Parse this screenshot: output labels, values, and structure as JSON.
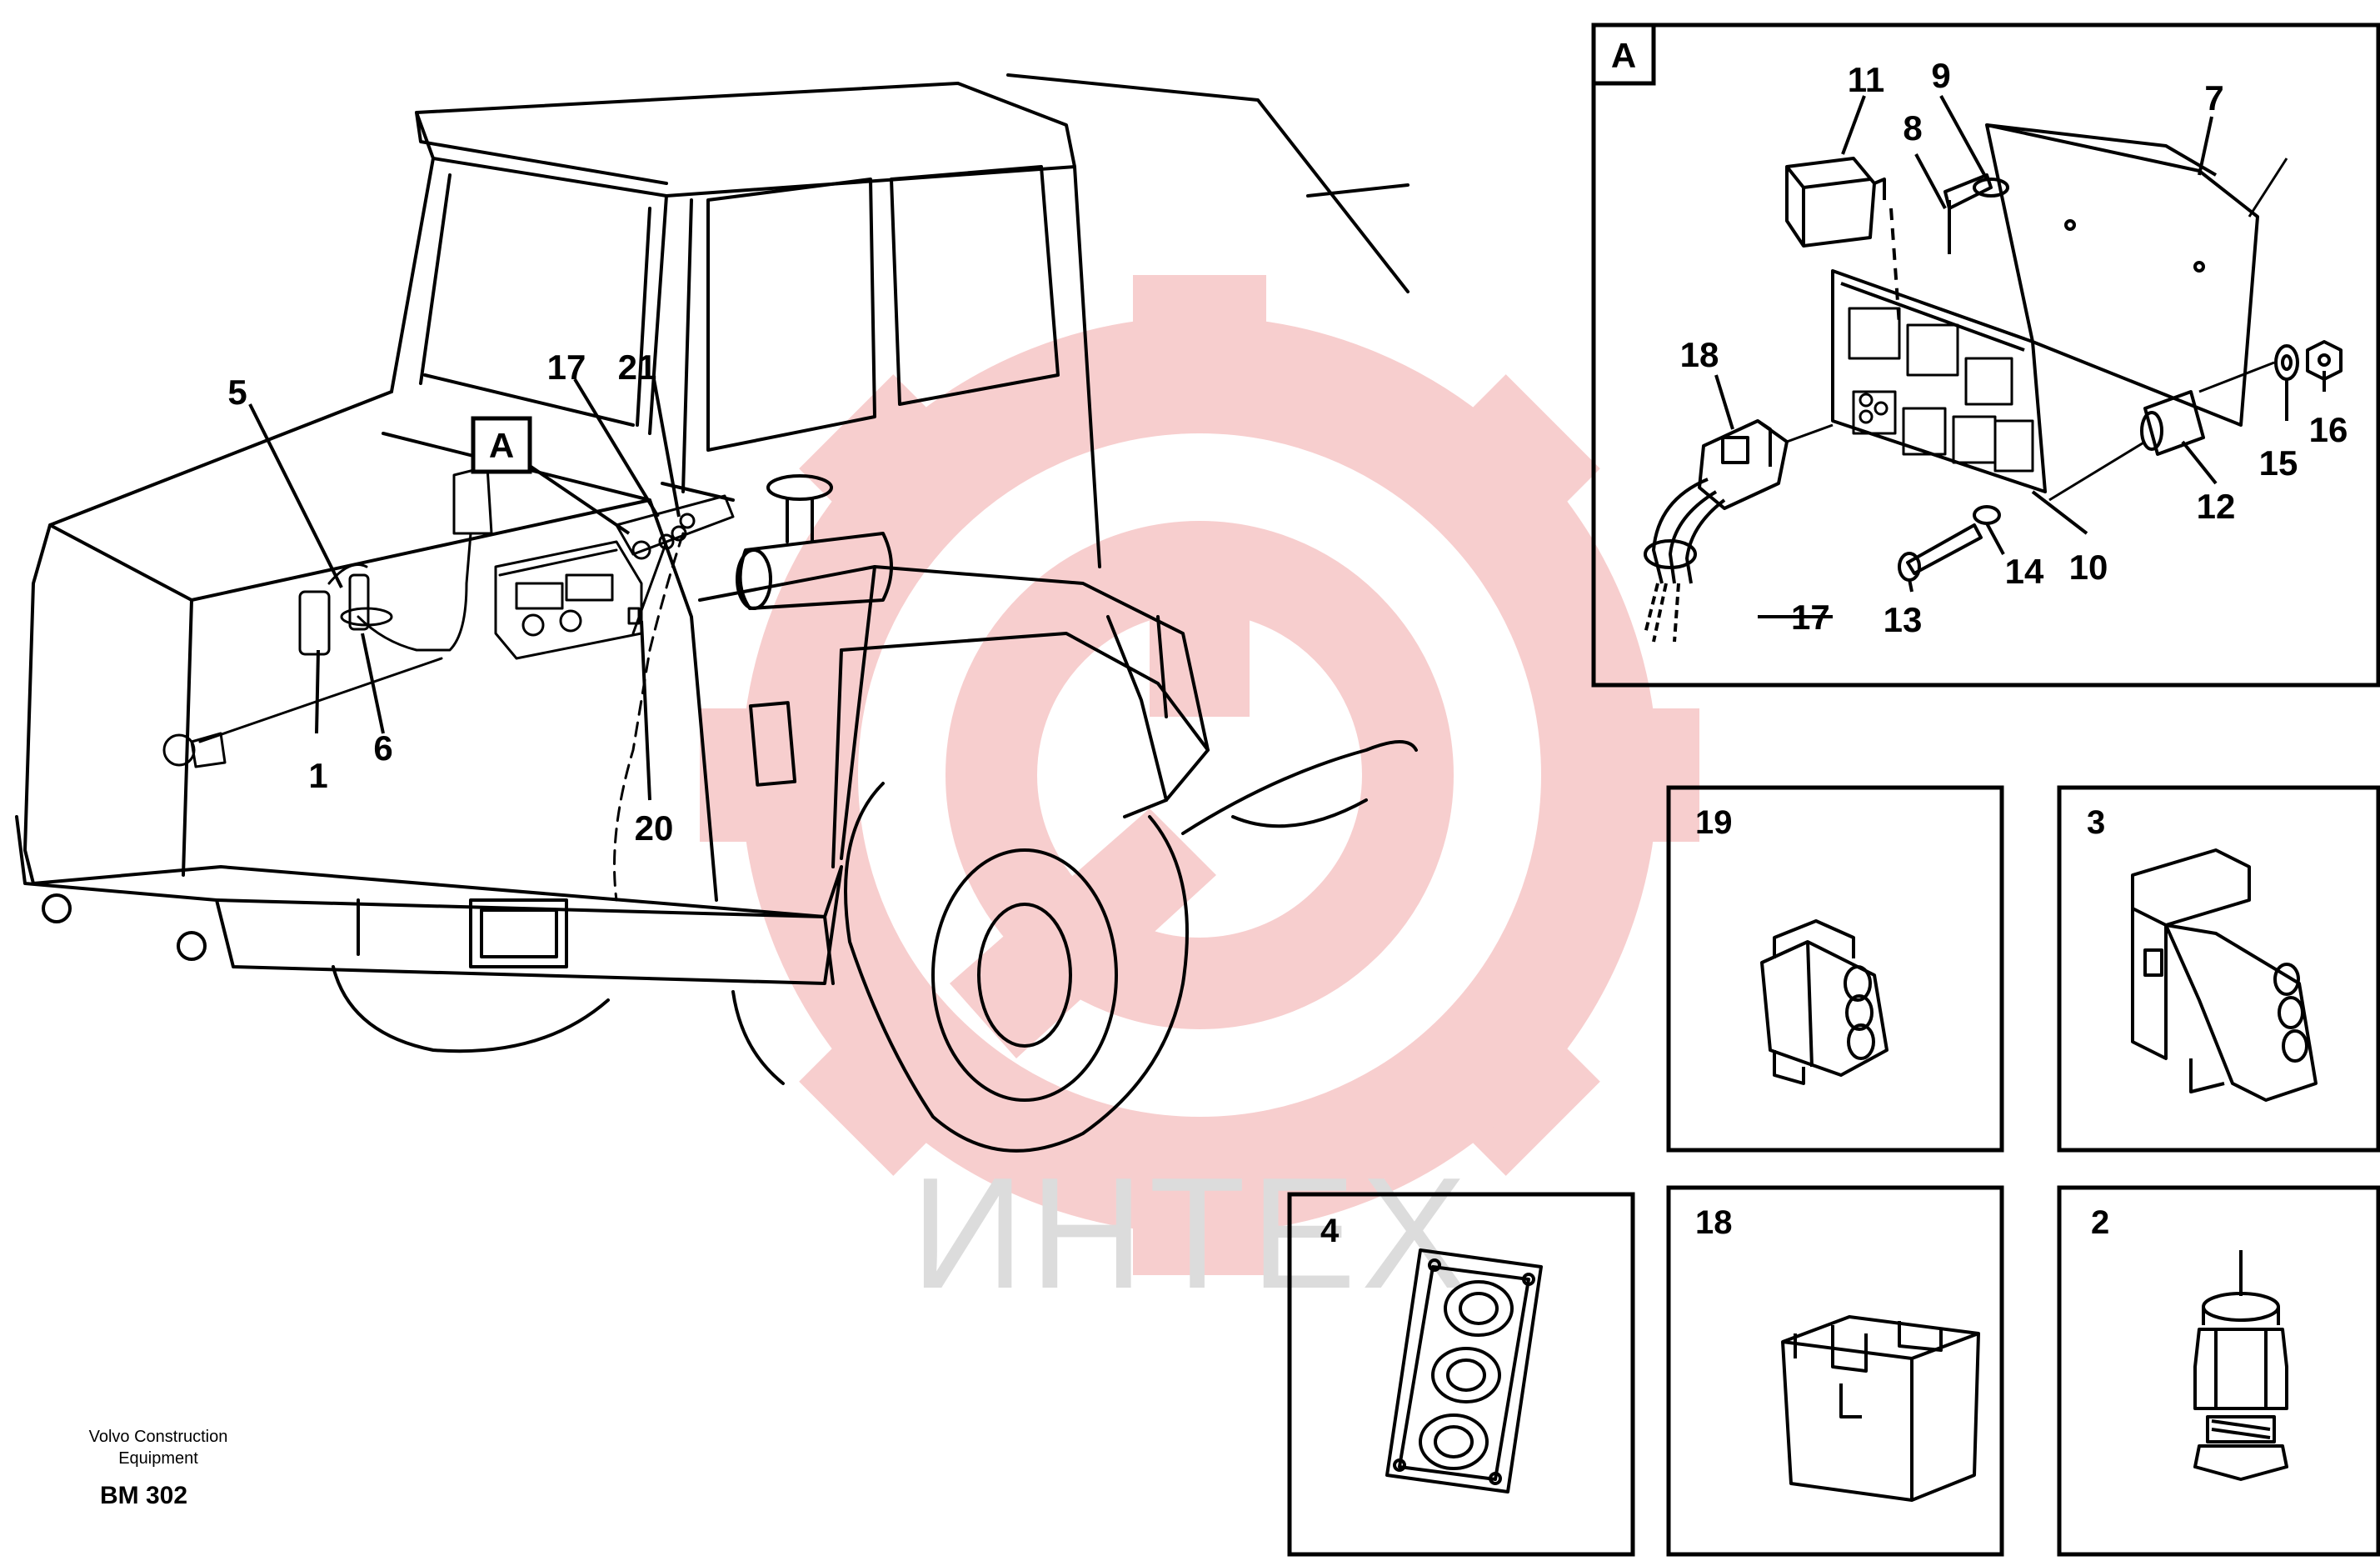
{
  "watermark": {
    "text": "ИНТЕХ",
    "gear_color": "#f6c9c9",
    "text_color": "#d9d9d9"
  },
  "main_view": {
    "callouts": [
      "5",
      "1",
      "6",
      "17",
      "21",
      "20"
    ],
    "detail_ref": "A"
  },
  "detail_a": {
    "tag": "A",
    "callouts": [
      "11",
      "9",
      "8",
      "7",
      "18",
      "15",
      "16",
      "12",
      "10",
      "14",
      "13",
      "17"
    ]
  },
  "insets": [
    {
      "label": "19",
      "icon": "three-way-connector-icon"
    },
    {
      "label": "3",
      "icon": "flanged-connector-icon"
    },
    {
      "label": "4",
      "icon": "grommet-plate-icon"
    },
    {
      "label": "18",
      "icon": "connector-housing-icon"
    },
    {
      "label": "2",
      "icon": "pressure-switch-icon"
    }
  ],
  "footer": {
    "line1": "Volvo Construction",
    "line2": "Equipment",
    "code": "BM 302"
  }
}
